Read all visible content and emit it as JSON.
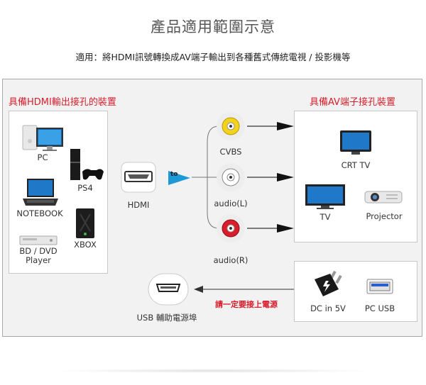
{
  "title": "產品適用範圍示意",
  "subtitle": "適用：將HDMI訊號轉換成AV端子輸出到各種舊式傳統電視 / 投影機等",
  "left_panel": {
    "heading": "具備HDMI輸出接孔的裝置",
    "devices": [
      {
        "label": "PC",
        "icon": "pc-icon"
      },
      {
        "label": "PS4",
        "icon": "ps4-icon"
      },
      {
        "label": "NOTEBOOK",
        "icon": "notebook-icon"
      },
      {
        "label": "XBOX",
        "icon": "xbox-icon"
      },
      {
        "label": "BD / DVD",
        "label2": "Player",
        "icon": "dvd-player-icon"
      }
    ]
  },
  "center": {
    "hdmi_label": "HDMI",
    "to_label": "to",
    "outputs": [
      {
        "label": "CVBS",
        "color": "#f2d21c"
      },
      {
        "label": "audio(L)",
        "color": "#ffffff"
      },
      {
        "label": "audio(R)",
        "color": "#d71d2b"
      }
    ]
  },
  "right_panel": {
    "heading": "具備AV端子接孔裝置",
    "devices": [
      {
        "label": "CRT TV",
        "icon": "crt-tv-icon"
      },
      {
        "label": "TV",
        "icon": "tv-icon"
      },
      {
        "label": "Projector",
        "icon": "projector-icon"
      }
    ]
  },
  "power": {
    "usb_port_label": "USB 輔助電源埠",
    "note": "請一定要接上電源",
    "sources": [
      {
        "label": "DC in 5V",
        "icon": "power-adapter-icon"
      },
      {
        "label": "PC USB",
        "icon": "usb-port-icon"
      }
    ]
  },
  "colors": {
    "accent_red": "#d71d2b",
    "arrow_blue": "#1d9ad6",
    "yellow": "#f2d21c"
  }
}
